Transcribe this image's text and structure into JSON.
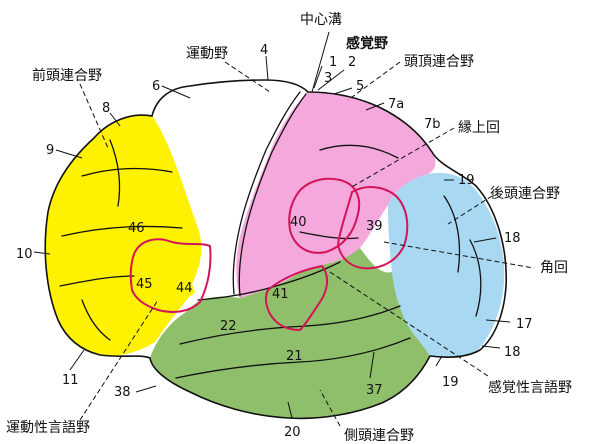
{
  "colors": {
    "prefrontal": "#fff200",
    "motor": "#ffffff",
    "parietal": "#f5a8dc",
    "occipital": "#a8d8f2",
    "temporal": "#8fbf6a",
    "broca_outline": "#d4145a",
    "wernicke_outline": "#d4145a"
  },
  "labels": {
    "central_sulcus": "中心溝",
    "motor_area": "運動野",
    "sensory_area": "感覚野",
    "parietal_association": "頭頂連合野",
    "prefrontal_association": "前頭連合野",
    "supramarginal_gyrus": "縁上回",
    "occipital_association": "後頭連合野",
    "angular_gyrus": "角回",
    "sensory_speech_area": "感覚性言語野",
    "temporal_association": "側頭連合野",
    "motor_speech_area": "運動性言語野"
  },
  "areas": {
    "a1": "1",
    "a2": "2",
    "a3": "3",
    "a4": "4",
    "a5": "5",
    "a6": "6",
    "a7a": "7a",
    "a7b": "7b",
    "a8": "8",
    "a9": "9",
    "a10": "10",
    "a11": "11",
    "a17": "17",
    "a18_top": "18",
    "a18_bottom": "18",
    "a19_top": "19",
    "a19_bottom": "19",
    "a20": "20",
    "a21": "21",
    "a22": "22",
    "a37": "37",
    "a38": "38",
    "a39": "39",
    "a40": "40",
    "a41": "41",
    "a44": "44",
    "a45": "45",
    "a46": "46"
  }
}
